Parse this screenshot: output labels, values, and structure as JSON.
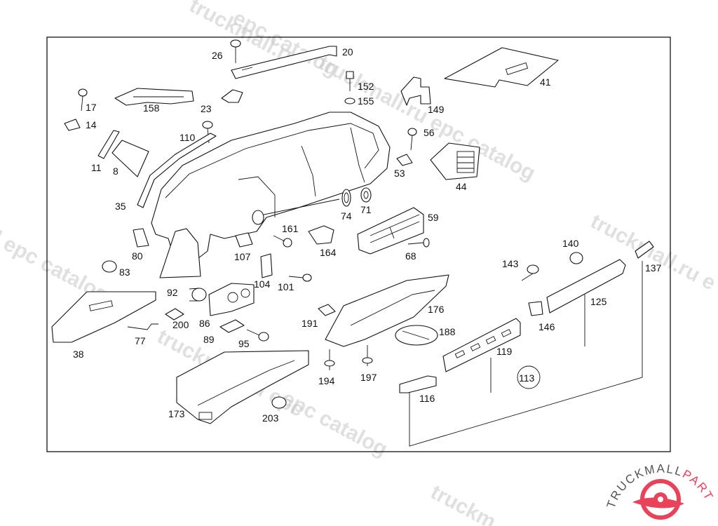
{
  "watermark": {
    "brand_text": "truckmall.ru epc catalog",
    "segments": [
      "truckmall.ru",
      "epc catalog",
      "truckmall.ru epc catalog",
      "truckmall.ru epc",
      "l epc catalog",
      "truckmall.ru e",
      "epc catalog",
      "truckm",
      "c catalog"
    ]
  },
  "logo": {
    "text_main": "TRUCKMALL",
    "text_accent": "PARTS",
    "accent_color": "#e8435b",
    "gear_color": "#e8435b"
  },
  "callouts": {
    "c20": "20",
    "c26": "26",
    "c152": "152",
    "c155": "155",
    "c149": "149",
    "c41": "41",
    "c17": "17",
    "c158": "158",
    "c23": "23",
    "c14": "14",
    "c110": "110",
    "c56": "56",
    "c11": "11",
    "c8": "8",
    "c53": "53",
    "c44": "44",
    "c35": "35",
    "c74": "74",
    "c71": "71",
    "c59": "59",
    "c161": "161",
    "c80": "80",
    "c107": "107",
    "c164": "164",
    "c68": "68",
    "c140": "140",
    "c83": "83",
    "c143": "143",
    "c137": "137",
    "c104": "104",
    "c101": "101",
    "c92": "92",
    "c176": "176",
    "c125": "125",
    "c146": "146",
    "c200": "200",
    "c86": "86",
    "c191": "191",
    "c188": "188",
    "c77": "77",
    "c89": "89",
    "c95": "95",
    "c38": "38",
    "c119": "119",
    "c113": "113",
    "c194": "194",
    "c197": "197",
    "c116": "116",
    "c173": "173",
    "c203": "203"
  }
}
